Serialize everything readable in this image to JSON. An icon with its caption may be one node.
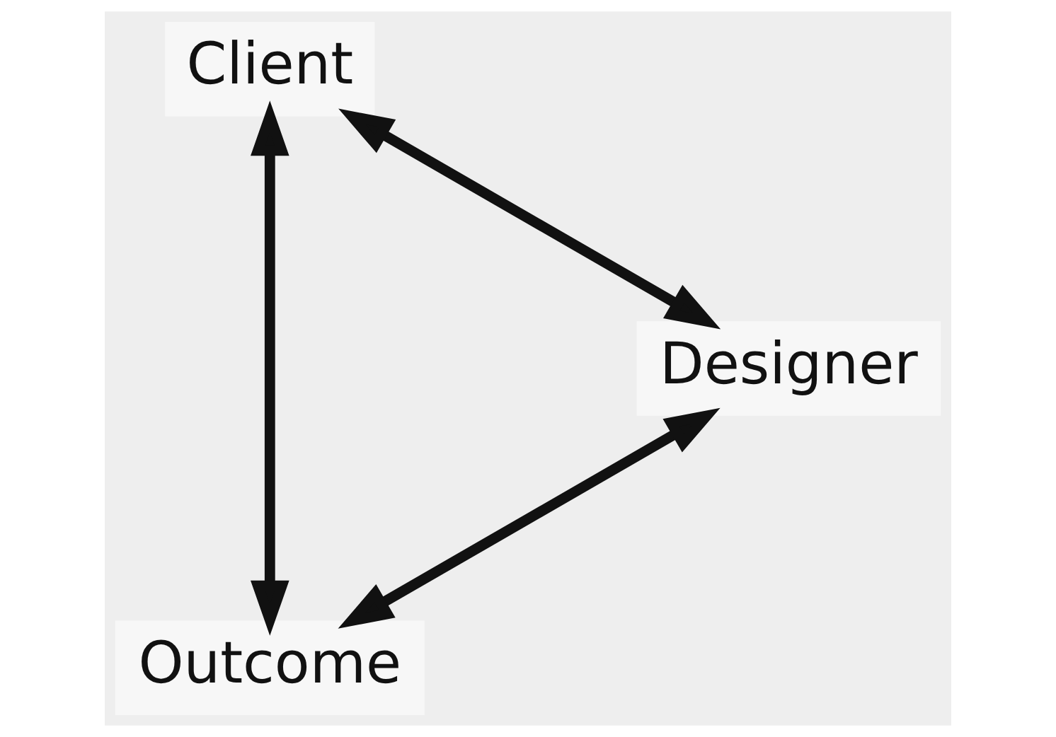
{
  "diagram": {
    "nodes": [
      {
        "text": [
          "Outcome"
        ]
      },
      {
        "text": [
          "Designer"
        ]
      },
      {
        "text": [
          "Client"
        ]
      }
    ],
    "edges": [
      {
        "from": 1,
        "to": 0,
        "arrow": "both"
      },
      {
        "from": 0,
        "to": 2,
        "arrow": "both"
      },
      {
        "from": 2,
        "to": 1,
        "arrow": "both"
      }
    ]
  }
}
